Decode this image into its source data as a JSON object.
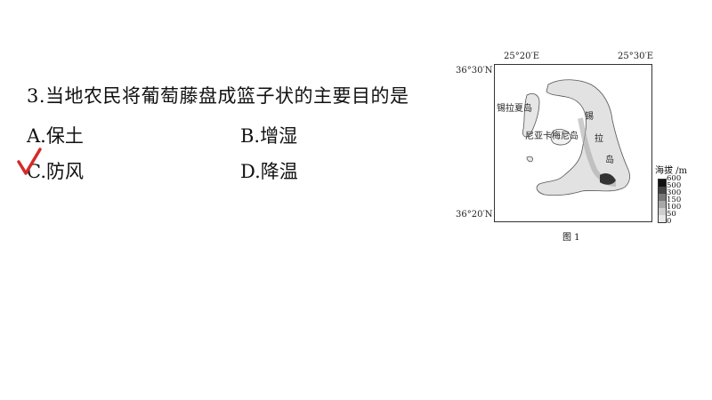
{
  "question": {
    "text": "3.当地农民将葡萄藤盘成篮子状的主要目的是",
    "options": [
      {
        "letter": "A.",
        "text": "保土"
      },
      {
        "letter": "B.",
        "text": "增湿"
      },
      {
        "letter": "C.",
        "text": "防风"
      },
      {
        "letter": "D.",
        "text": "降温"
      }
    ],
    "checked_option": "C",
    "check_color": "#d42b2b"
  },
  "figure": {
    "lon_left": "25°20′E",
    "lon_right": "25°30′E",
    "lat_top": "36°30′N",
    "lat_bottom": "36°20′N",
    "labels": {
      "thirasia": "锡拉夏岛",
      "nea_kameni": "尼亚卡梅尼岛",
      "thera_1": "锡",
      "thera_2": "拉",
      "thera_3": "岛"
    },
    "caption": "图 1",
    "legend": {
      "title": "海拔 /m",
      "levels": [
        "600",
        "500",
        "300",
        "150",
        "100",
        "50",
        "0"
      ],
      "colors": [
        "#111111",
        "#444444",
        "#777777",
        "#a8a8a8",
        "#cfcfcf",
        "#e8e8e8"
      ]
    }
  }
}
